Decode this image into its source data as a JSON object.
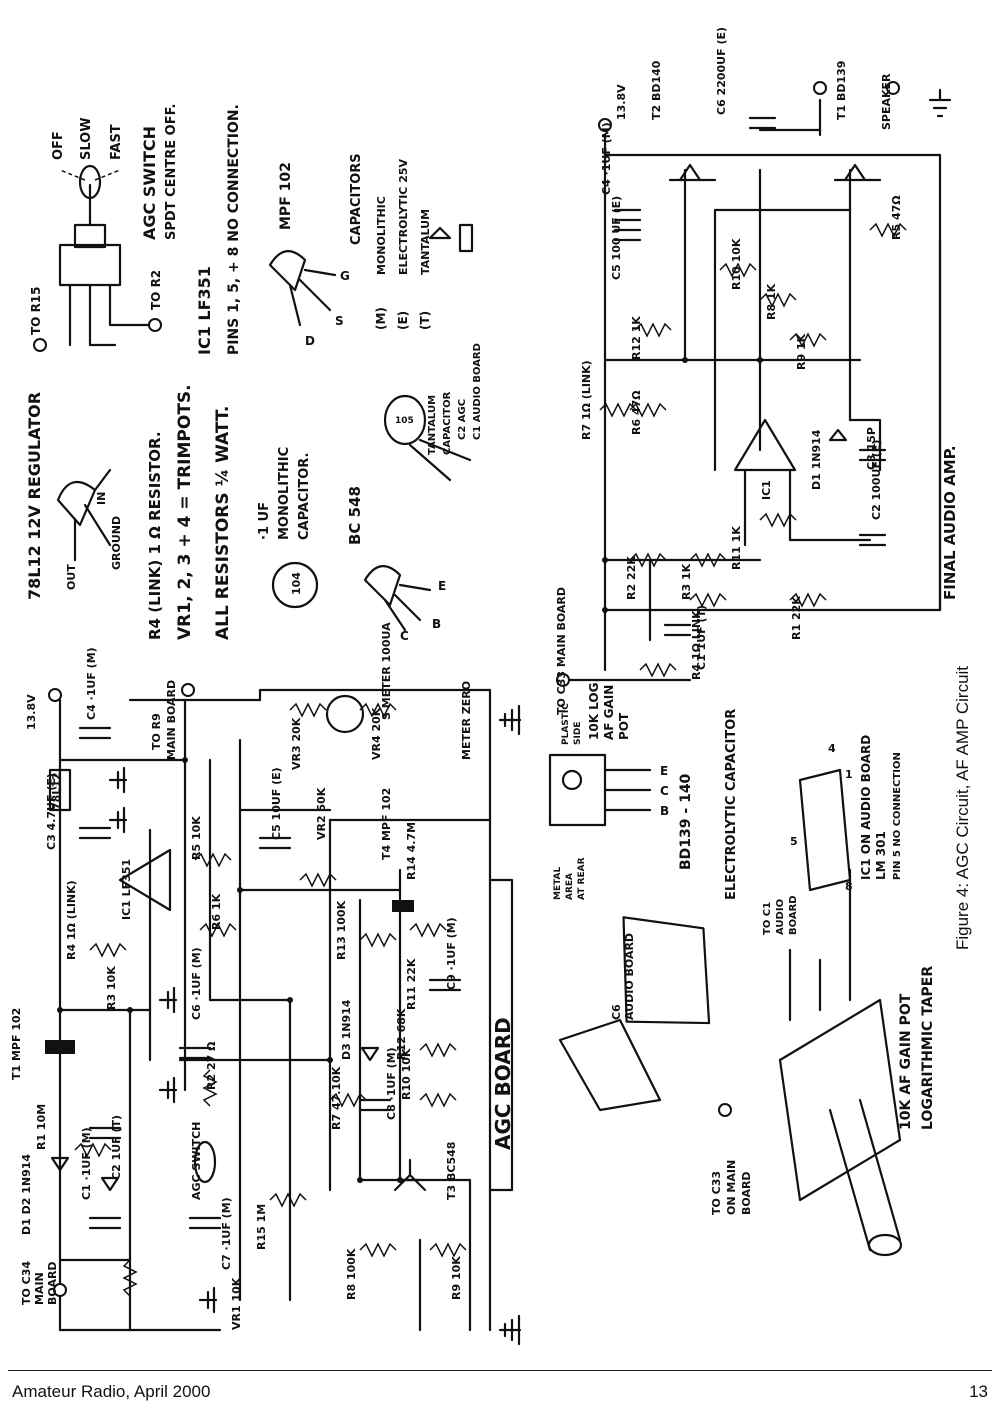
{
  "caption": "Figure 4: AGC Circuit, AF AMP Circuit",
  "footer": {
    "left": "Amateur Radio, April 2000",
    "page_number": "13"
  },
  "notes": {
    "regulator": "78L12 12V REGULATOR",
    "reg_pins": {
      "out": "OUT",
      "ground": "GROUND",
      "in": "IN"
    },
    "r4_link": "R4 (LINK) 1 Ω RESISTOR.",
    "trimpots": "VR1, 2, 3 + 4 = TRIMPOTS.",
    "resistors": "ALL RESISTORS ¼ WATT.",
    "cap_desc": [
      "·1 UF",
      "MONOLITHIC",
      "CAPACITOR."
    ],
    "cap_label": "104",
    "bc548": "BC 548",
    "bc548_pins": {
      "c": "C",
      "b": "B",
      "e": "E"
    },
    "ic1_title": "IC1 LF351",
    "ic1_pins": "PINS 1, 5, + 8 NO CONNECTION.",
    "mpf102": "MPF 102",
    "mpf_pins": {
      "d": "D",
      "s": "S",
      "g": "G"
    },
    "capacitors_title": "CAPACITORS",
    "cap_types": [
      {
        "code": "(M)",
        "name": "MONOLITHIC"
      },
      {
        "code": "(E)",
        "name": "ELECTROLYTIC 25V"
      },
      {
        "code": "(T)",
        "name": "TANTALUM"
      }
    ],
    "tantalum": [
      "TANTALUM",
      "CAPACITOR",
      "C2 AGC",
      "C1 AUDIO BOARD"
    ],
    "tant_label": "105",
    "agc_switch": [
      "AGC SWITCH",
      "SPDT CENTRE OFF."
    ],
    "switch_positions": [
      "OFF",
      "SLOW",
      "FAST"
    ],
    "to_r15": "TO R15",
    "to_r2": "TO R2"
  },
  "agc": {
    "title": "AGC BOARD",
    "terminals": {
      "in": [
        "TO C34",
        "MAIN",
        "BOARD"
      ],
      "supply": "13.8V",
      "to_r9": [
        "TO R9",
        "MAIN BOARD"
      ]
    },
    "parts": [
      "T1 MPF 102",
      "R1 10M",
      "D1 D2 1N914",
      "C1 ·1UF (M)",
      "C2 1UF (T)",
      "R3 10K",
      "R4 1Ω (LINK)",
      "C6 ·1UF (M)",
      "R2 27 Ω",
      "AGC SWITCH",
      "R15 1M",
      "C7 ·1UF (M)",
      "VR1 10K",
      "R8 100K",
      "R9 10K",
      "T3 BC548",
      "R7 47.10K",
      "D3 1N914",
      "C8 ·1UF (M)",
      "R10 10K",
      "R12 68K",
      "R11 22K",
      "R6 1K",
      "C5 10UF (E)",
      "R13 100K",
      "T4 MPF 102",
      "R14 4.7M",
      "C9 ·1UF (M)",
      "C3 4.7UF (E)",
      "IC1 LF351",
      "R5 10K",
      "78L12",
      "C4 ·1UF (M)",
      "VR2 50K",
      "VR3 20K",
      "VR4 20K",
      "METER ZERO",
      "S METER 100UA"
    ]
  },
  "audio": {
    "title": "FINAL AUDIO AMP.",
    "supply": "13.8V",
    "speaker": "SPEAKER",
    "in_terminal": "TO C33 MAIN BOARD",
    "pot": [
      "10K LOG.",
      "AF GAIN",
      "POT"
    ],
    "parts": [
      "T2 BD140",
      "C6 2200UF (E)",
      "T1 BD139",
      "C4 ·1UF (M)",
      "C5 100 UF (E)",
      "R10 10K",
      "R8 1K",
      "R9 1K",
      "R5 47Ω",
      "R12 1K",
      "R7 1Ω (LINK)",
      "R6 47Ω",
      "IC1",
      "D1 1N914",
      "C3 15P",
      "R2 22K",
      "R3 1K",
      "R11 1K",
      "C2 100UF (E)",
      "R4 1Ω LINK",
      "R1 22K",
      "C1 1UF (T)"
    ]
  },
  "bottom": {
    "plastic_side": [
      "PLASTIC",
      "SIDE"
    ],
    "metal_area": [
      "METAL",
      "AREA",
      "AT REAR"
    ],
    "bd_pins": [
      "E",
      "C",
      "B"
    ],
    "bd_type": "BD139 - 140",
    "electrolytic": "ELECTROLYTIC CAPACITOR",
    "c6_audio": [
      "C6",
      "AUDIO BOARD"
    ],
    "to_c1": [
      "TO C1",
      "AUDIO",
      "BOARD"
    ],
    "to_c33": [
      "TO C33",
      "ON MAIN",
      "BOARD"
    ],
    "pot_desc": [
      "10K AF GAIN POT",
      "LOGARITHMIC TAPER"
    ],
    "ic_chip": [
      "IC1 ON AUDIO BOARD",
      "LM 301",
      "PIN 5 NO CONNECTION"
    ],
    "chip_pins": [
      "4",
      "1",
      "5",
      "8"
    ]
  }
}
